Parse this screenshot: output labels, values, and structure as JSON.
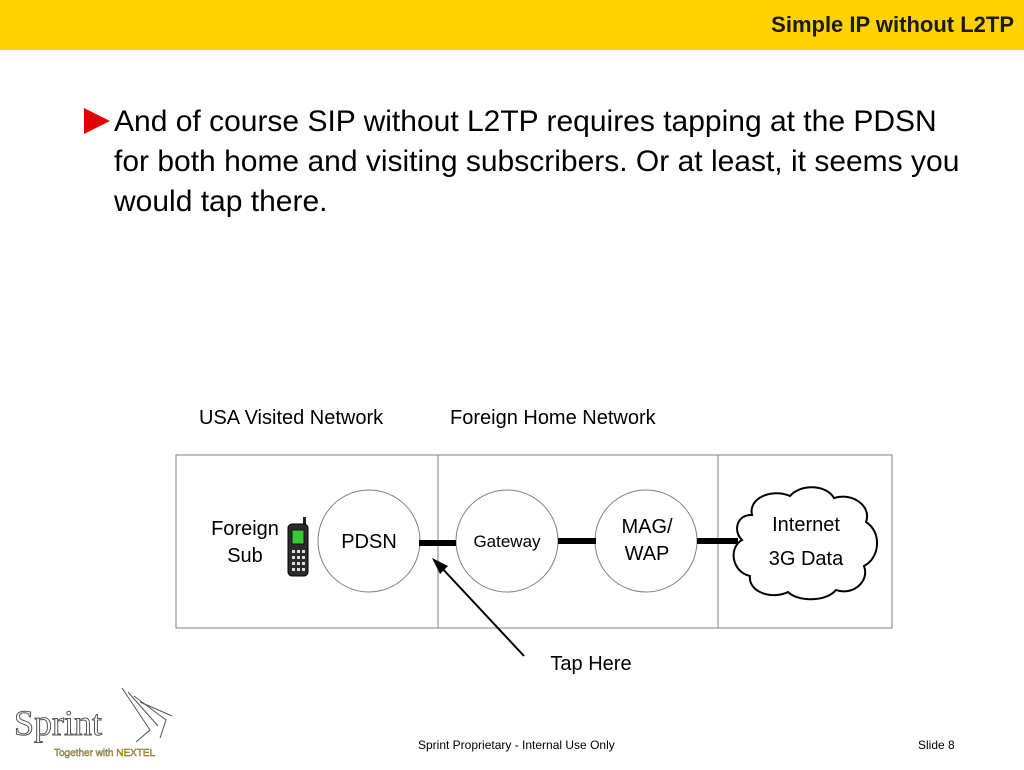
{
  "header": {
    "title": "Simple IP without L2TP",
    "accent": "#FFD200"
  },
  "bullet": {
    "icon": "red-triangle-bullet",
    "text": "And of course SIP without L2TP requires tapping at the PDSN for both home and visiting subscribers.  Or at least, it seems you would tap there."
  },
  "diagram": {
    "visited_label": "USA Visited Network",
    "home_label": "Foreign Home Network",
    "foreign_sub_line1": "Foreign",
    "foreign_sub_line2": "Sub",
    "pdsn": "PDSN",
    "gateway": "Gateway",
    "mag_line1": "MAG/",
    "mag_line2": "WAP",
    "cloud_line1": "Internet",
    "cloud_line2": "3G Data",
    "tap_label": "Tap Here",
    "phone_icon": "cell-phone-icon"
  },
  "footer": {
    "logo_text": "Sprint",
    "tagline": "Together with NEXTEL",
    "center": "Sprint Proprietary - Internal Use Only",
    "slide": "Slide 8"
  }
}
